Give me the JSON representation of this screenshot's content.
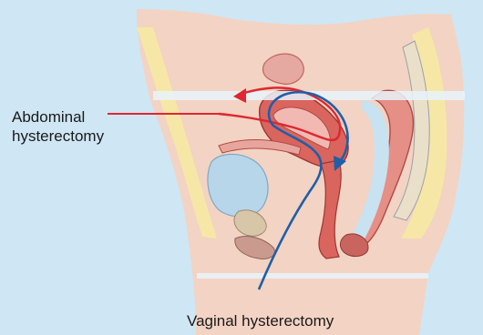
{
  "labels": {
    "abdominal_line1": "Abdominal",
    "abdominal_line2": "hysterectomy",
    "vaginal": "Vaginal hysterectomy"
  },
  "colors": {
    "background": "#cfe6f4",
    "skin": "#f3d3c3",
    "fat": "#f6e7a6",
    "muscle": "#e79a92",
    "organ": "#d9655e",
    "bladder": "#b8d6ea",
    "abdominal_arrow": "#e0262f",
    "vaginal_arrow": "#1f5fa8"
  }
}
